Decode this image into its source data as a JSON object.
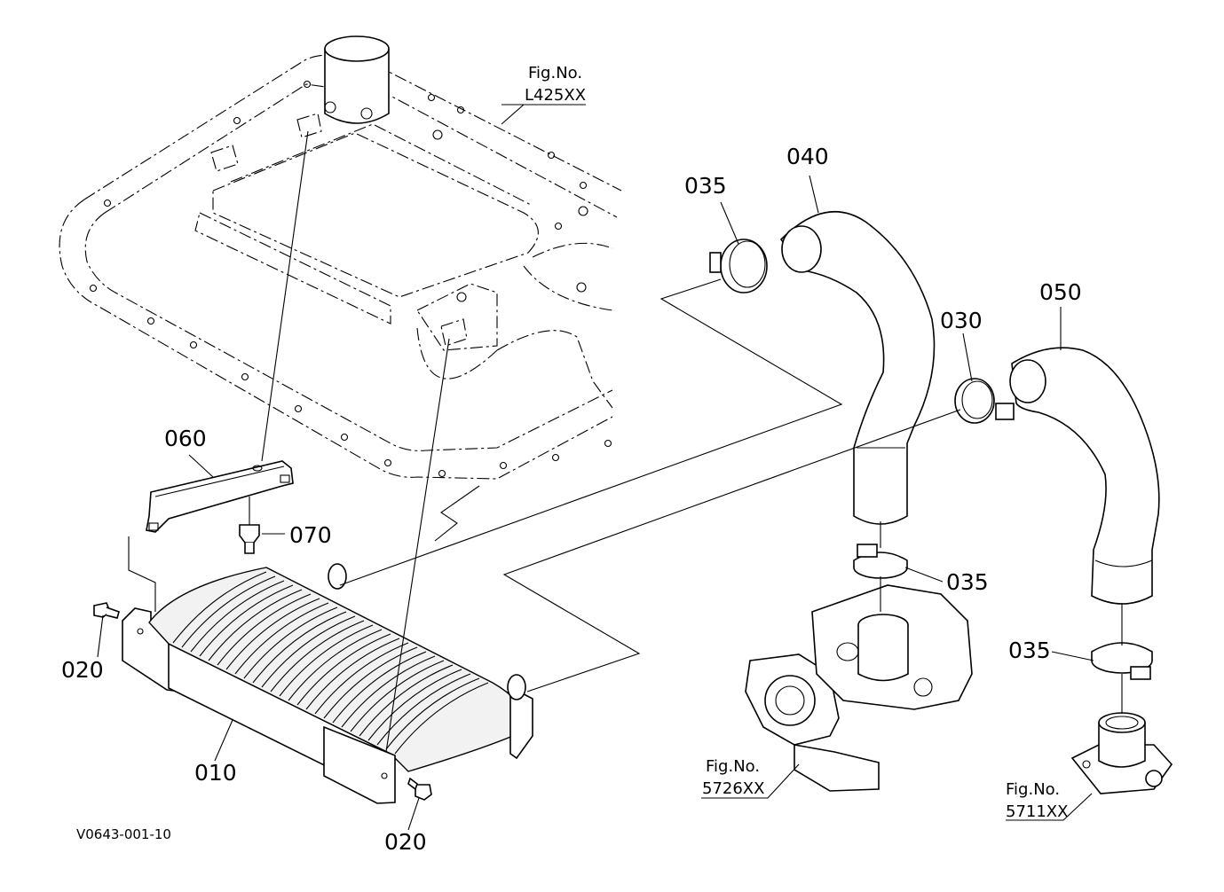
{
  "diagram": {
    "part_labels": {
      "p010": "010",
      "p020_left": "020",
      "p020_bottom": "020",
      "p030": "030",
      "p035_top": "035",
      "p035_mid": "035",
      "p035_right": "035",
      "p040": "040",
      "p050": "050",
      "p060": "060",
      "p070": "070"
    },
    "fig_refs": {
      "top": {
        "label": "Fig.No.",
        "number": "L425XX"
      },
      "turbo": {
        "label": "Fig.No.",
        "number": "5726XX"
      },
      "outlet": {
        "label": "Fig.No.",
        "number": "5711XX"
      }
    },
    "drawing_code": "V0643-001-10"
  }
}
